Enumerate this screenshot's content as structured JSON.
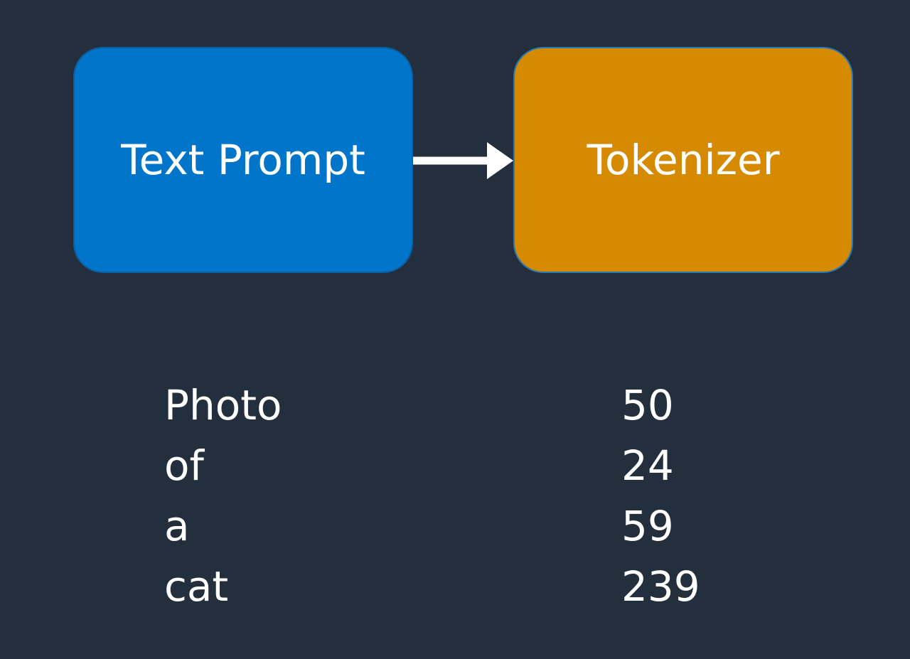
{
  "diagram": {
    "prompt_box": {
      "label": "Text Prompt",
      "color": "#0075c9"
    },
    "tokenizer_box": {
      "label": "Tokenizer",
      "color": "#d68a00"
    },
    "tokens": [
      {
        "word": "Photo",
        "id": "50"
      },
      {
        "word": "of",
        "id": "24"
      },
      {
        "word": "a",
        "id": "59"
      },
      {
        "word": "cat",
        "id": "239"
      }
    ]
  },
  "colors": {
    "background": "#242f3d",
    "text": "#ffffff"
  }
}
